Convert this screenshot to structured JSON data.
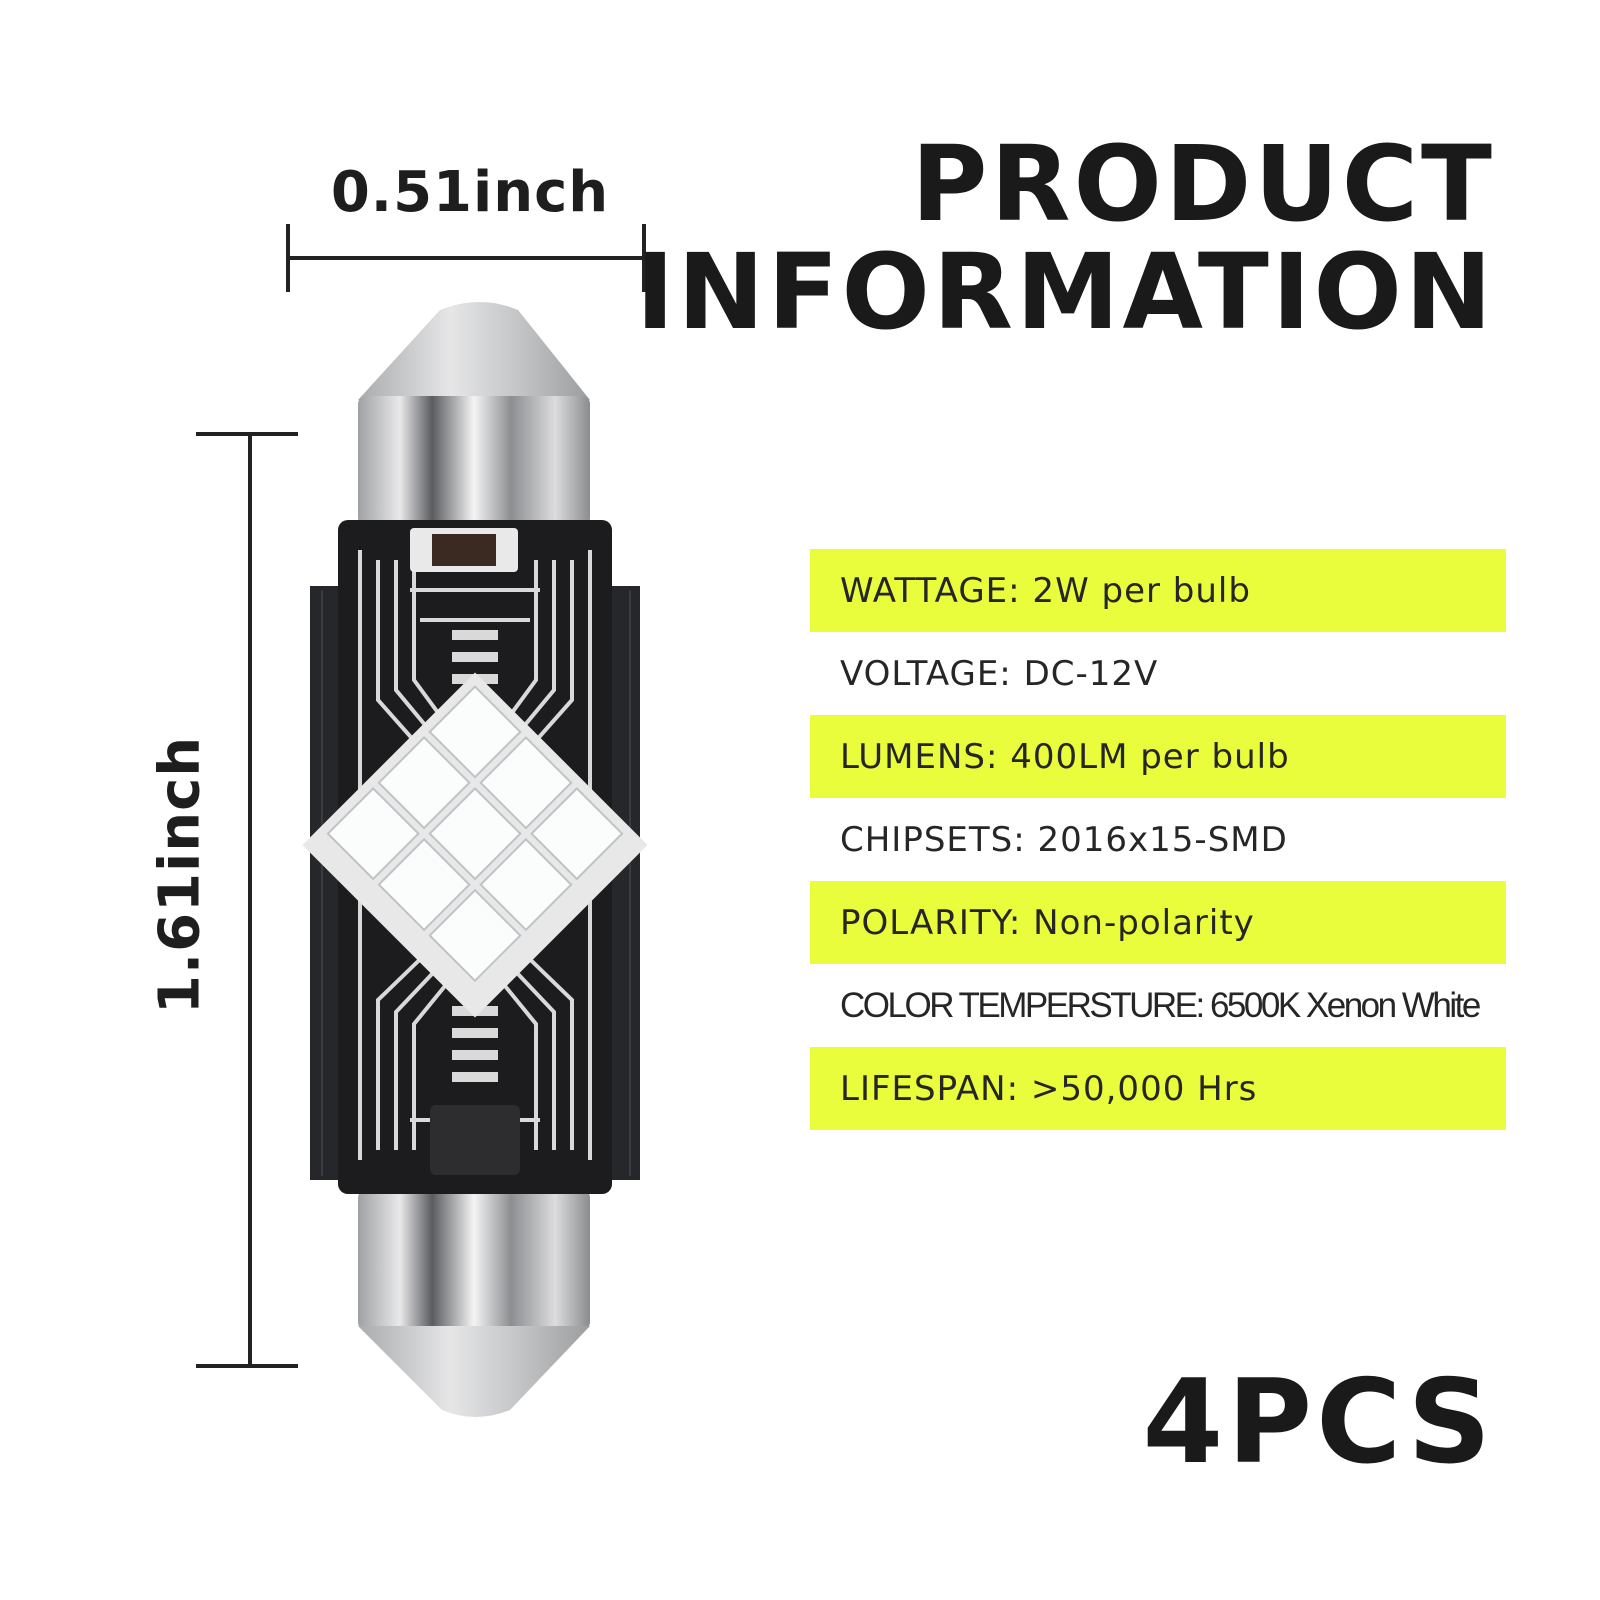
{
  "dimensions": {
    "width_label": "0.51inch",
    "height_label": "1.61inch"
  },
  "title": {
    "line1": "PRODUCT",
    "line2": "INFORMATION"
  },
  "specs": [
    {
      "text": "WATTAGE: 2W per bulb",
      "highlight": true
    },
    {
      "text": "VOLTAGE: DC-12V",
      "highlight": false
    },
    {
      "text": "LUMENS: 400LM per bulb",
      "highlight": true
    },
    {
      "text": "CHIPSETS: 2016x15-SMD",
      "highlight": false
    },
    {
      "text": "POLARITY: Non-polarity",
      "highlight": true
    },
    {
      "text": "COLOR TEMPERSTURE: 6500K Xenon White",
      "highlight": false
    },
    {
      "text": "LIFESPAN: >50,000 Hrs",
      "highlight": true
    }
  ],
  "quantity": "4PCS",
  "colors": {
    "highlight": "#eafd3c",
    "text": "#1e1e1e",
    "pcb": "#1c1c1e",
    "trace": "#d9d9d9"
  },
  "icons": {
    "product_image": "festoon-led-bulb-icon"
  }
}
